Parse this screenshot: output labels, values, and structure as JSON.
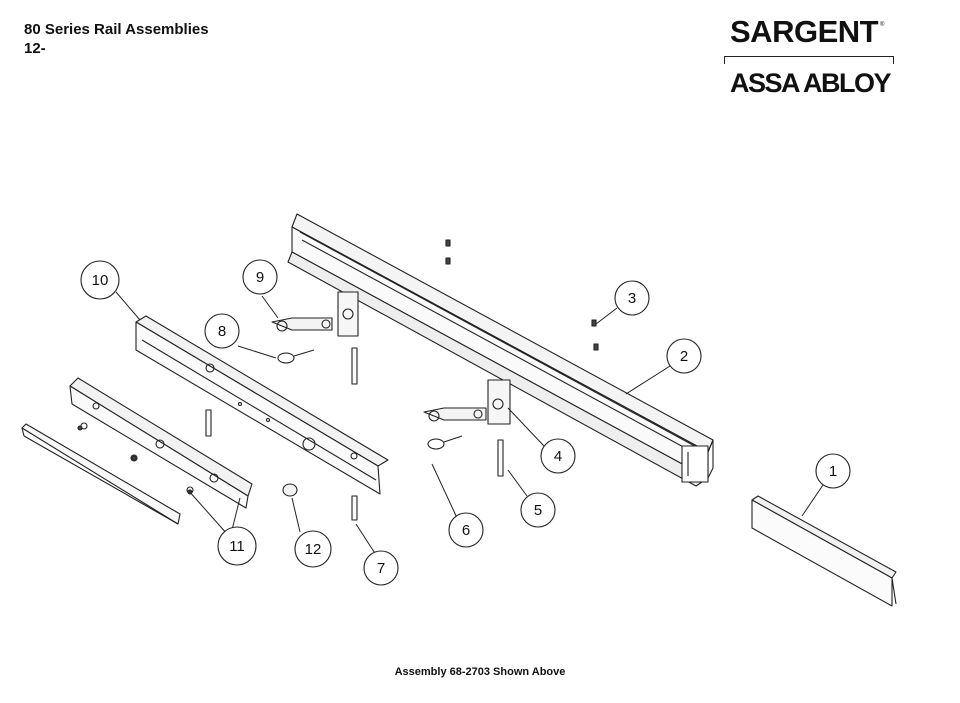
{
  "header": {
    "title": "80 Series Rail Assemblies",
    "subtitle": "12-"
  },
  "logo": {
    "brand": "SARGENT",
    "brand_mark": "®",
    "parent": "ASSA ABLOY"
  },
  "callouts": [
    "1",
    "2",
    "3",
    "4",
    "5",
    "6",
    "7",
    "8",
    "9",
    "10",
    "11",
    "12"
  ],
  "caption": "Assembly 68-2703 Shown Above"
}
